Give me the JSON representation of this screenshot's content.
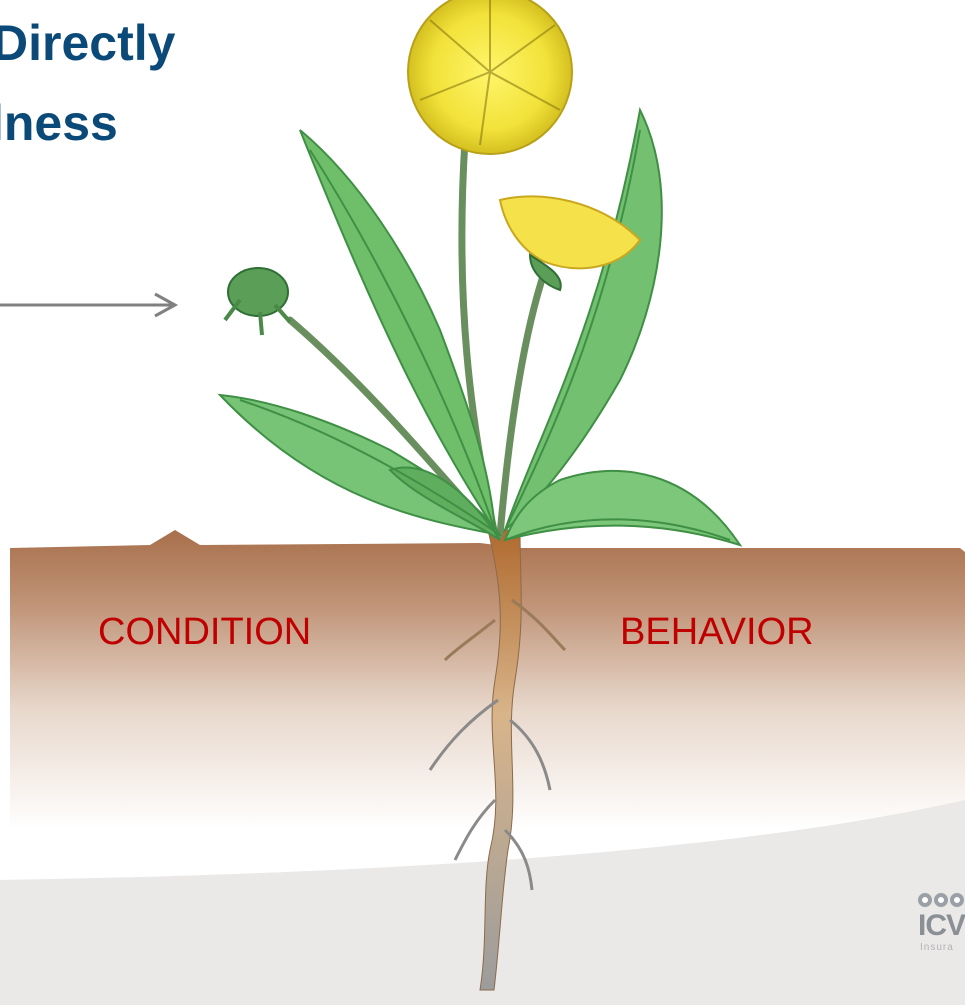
{
  "slide": {
    "title_line_1": "Directly",
    "title_line_2": "lness",
    "soil_labels": {
      "left": "CONDITION",
      "right": "BEHAVIOR"
    },
    "logo": {
      "mark": "ICV",
      "tagline": "Insura"
    }
  },
  "colors": {
    "title": "#0b4a78",
    "label": "#c00000",
    "soil_top": "#a86f4b",
    "soil_fade": "#ffffff",
    "leaf": "#6fbf6a",
    "leaf_dark": "#3f8f45",
    "flower": "#f2e63a",
    "root": "#d9b48a",
    "arrow": "#808080",
    "ground_band": "#ebe8e8"
  }
}
